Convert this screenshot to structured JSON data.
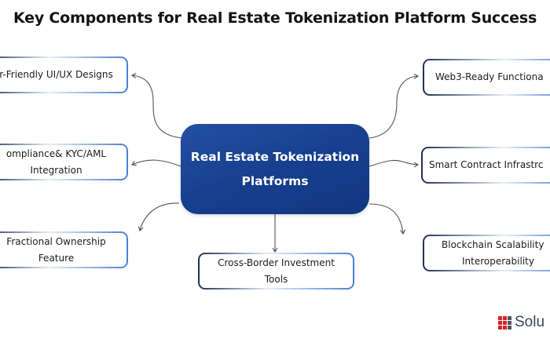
{
  "title": "Key Components for Real Estate Tokenization Platform Success",
  "center": {
    "line1": "Real Estate Tokenization",
    "line2": "Platforms"
  },
  "nodes": {
    "ui_ux": "r-Friendly UI/UX Designs",
    "compliance": {
      "line1": "ompliance& KYC/AML",
      "line2": "Integration"
    },
    "fractional": {
      "line1": "Fractional Ownership",
      "line2": "Feature"
    },
    "cross_border": {
      "line1": "Cross-Border Investment",
      "line2": "Tools"
    },
    "web3": "Web3-Ready Functiona",
    "smart_contract": "Smart Contract Infrastrc",
    "blockchain": {
      "line1": "Blockchain Scalability",
      "line2": "Interoperability"
    }
  },
  "logo": {
    "text": "Solu",
    "icon": "solulab-logo-icon"
  },
  "colors": {
    "center_fill": "#1a4391",
    "border_dark": "#1f2f55",
    "border_accent": "#4a7fd6",
    "logo_red": "#d8232a"
  }
}
